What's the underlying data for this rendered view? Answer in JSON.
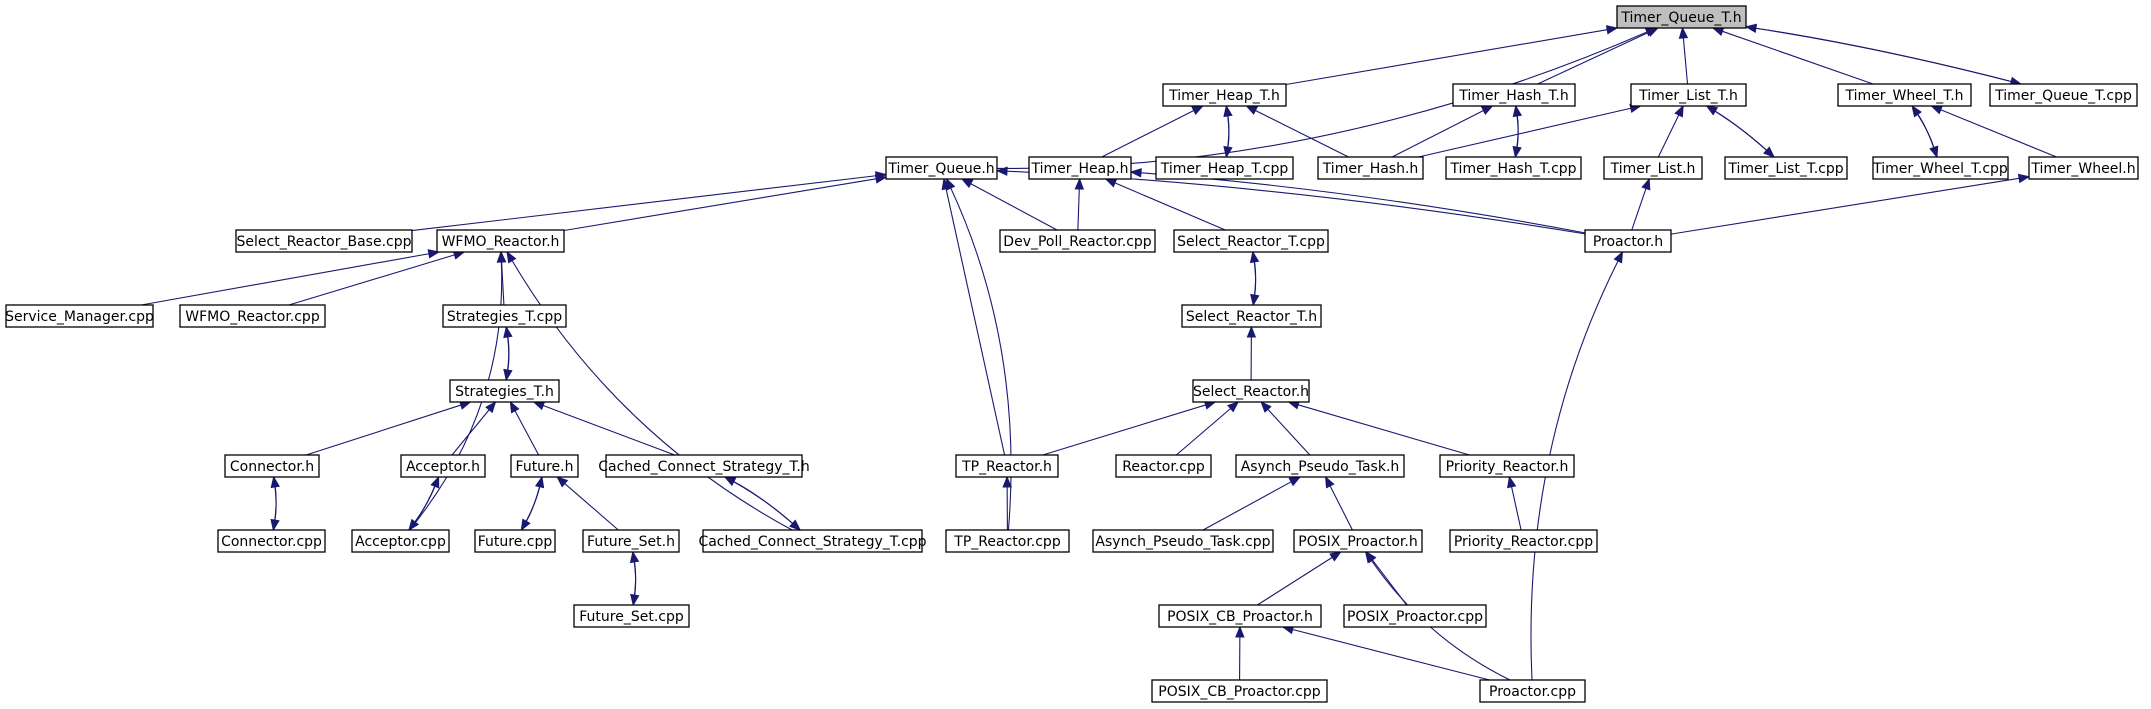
{
  "graph": {
    "root_id": "timer_queue_t_h",
    "colors": {
      "edge": "#191970",
      "node_border": "#000000",
      "root_fill": "#bfbfbf",
      "node_fill": "#ffffff"
    },
    "nodes": [
      {
        "id": "timer_queue_t_h",
        "label": "Timer_Queue_T.h"
      },
      {
        "id": "timer_queue_h",
        "label": "Timer_Queue.h"
      },
      {
        "id": "timer_heap_t_h",
        "label": "Timer_Heap_T.h"
      },
      {
        "id": "timer_hash_t_h",
        "label": "Timer_Hash_T.h"
      },
      {
        "id": "timer_list_t_h",
        "label": "Timer_List_T.h"
      },
      {
        "id": "timer_wheel_t_h",
        "label": "Timer_Wheel_T.h"
      },
      {
        "id": "timer_queue_t_cpp",
        "label": "Timer_Queue_T.cpp"
      },
      {
        "id": "timer_heap_h",
        "label": "Timer_Heap.h"
      },
      {
        "id": "timer_heap_t_cpp",
        "label": "Timer_Heap_T.cpp"
      },
      {
        "id": "timer_hash_h",
        "label": "Timer_Hash.h"
      },
      {
        "id": "timer_hash_t_cpp",
        "label": "Timer_Hash_T.cpp"
      },
      {
        "id": "timer_list_h",
        "label": "Timer_List.h"
      },
      {
        "id": "timer_list_t_cpp",
        "label": "Timer_List_T.cpp"
      },
      {
        "id": "timer_wheel_t_cpp",
        "label": "Timer_Wheel_T.cpp"
      },
      {
        "id": "timer_wheel_h",
        "label": "Timer_Wheel.h"
      },
      {
        "id": "select_reactor_base_cpp",
        "label": "Select_Reactor_Base.cpp"
      },
      {
        "id": "wfmo_reactor_h",
        "label": "WFMO_Reactor.h"
      },
      {
        "id": "dev_poll_reactor_cpp",
        "label": "Dev_Poll_Reactor.cpp"
      },
      {
        "id": "select_reactor_t_cpp",
        "label": "Select_Reactor_T.cpp"
      },
      {
        "id": "proactor_h",
        "label": "Proactor.h"
      },
      {
        "id": "service_manager_cpp",
        "label": "Service_Manager.cpp"
      },
      {
        "id": "wfmo_reactor_cpp",
        "label": "WFMO_Reactor.cpp"
      },
      {
        "id": "strategies_t_cpp",
        "label": "Strategies_T.cpp"
      },
      {
        "id": "select_reactor_t_h",
        "label": "Select_Reactor_T.h"
      },
      {
        "id": "strategies_t_h",
        "label": "Strategies_T.h"
      },
      {
        "id": "select_reactor_h",
        "label": "Select_Reactor.h"
      },
      {
        "id": "connector_h",
        "label": "Connector.h"
      },
      {
        "id": "acceptor_h",
        "label": "Acceptor.h"
      },
      {
        "id": "future_h",
        "label": "Future.h"
      },
      {
        "id": "cached_connect_strategy_t_h",
        "label": "Cached_Connect_Strategy_T.h"
      },
      {
        "id": "tp_reactor_h",
        "label": "TP_Reactor.h"
      },
      {
        "id": "reactor_cpp",
        "label": "Reactor.cpp"
      },
      {
        "id": "asynch_pseudo_task_h",
        "label": "Asynch_Pseudo_Task.h"
      },
      {
        "id": "priority_reactor_h",
        "label": "Priority_Reactor.h"
      },
      {
        "id": "connector_cpp",
        "label": "Connector.cpp"
      },
      {
        "id": "acceptor_cpp",
        "label": "Acceptor.cpp"
      },
      {
        "id": "future_cpp",
        "label": "Future.cpp"
      },
      {
        "id": "future_set_h",
        "label": "Future_Set.h"
      },
      {
        "id": "cached_connect_strategy_t_cpp",
        "label": "Cached_Connect_Strategy_T.cpp"
      },
      {
        "id": "tp_reactor_cpp",
        "label": "TP_Reactor.cpp"
      },
      {
        "id": "asynch_pseudo_task_cpp",
        "label": "Asynch_Pseudo_Task.cpp"
      },
      {
        "id": "posix_proactor_h",
        "label": "POSIX_Proactor.h"
      },
      {
        "id": "priority_reactor_cpp",
        "label": "Priority_Reactor.cpp"
      },
      {
        "id": "future_set_cpp",
        "label": "Future_Set.cpp"
      },
      {
        "id": "posix_cb_proactor_h",
        "label": "POSIX_CB_Proactor.h"
      },
      {
        "id": "posix_proactor_cpp",
        "label": "POSIX_Proactor.cpp"
      },
      {
        "id": "posix_cb_proactor_cpp",
        "label": "POSIX_CB_Proactor.cpp"
      },
      {
        "id": "proactor_cpp",
        "label": "Proactor.cpp"
      }
    ],
    "edges": [
      {
        "from": "timer_queue_h",
        "to": "timer_queue_t_h"
      },
      {
        "from": "timer_heap_t_h",
        "to": "timer_queue_t_h"
      },
      {
        "from": "timer_hash_t_h",
        "to": "timer_queue_t_h"
      },
      {
        "from": "timer_list_t_h",
        "to": "timer_queue_t_h"
      },
      {
        "from": "timer_wheel_t_h",
        "to": "timer_queue_t_h"
      },
      {
        "from": "timer_queue_t_cpp",
        "to": "timer_queue_t_h"
      },
      {
        "from": "timer_queue_t_h",
        "to": "timer_queue_t_cpp"
      },
      {
        "from": "timer_heap_h",
        "to": "timer_heap_t_h"
      },
      {
        "from": "timer_heap_t_cpp",
        "to": "timer_heap_t_h"
      },
      {
        "from": "timer_heap_t_h",
        "to": "timer_heap_t_cpp"
      },
      {
        "from": "timer_hash_h",
        "to": "timer_heap_t_h"
      },
      {
        "from": "timer_hash_h",
        "to": "timer_hash_t_h"
      },
      {
        "from": "timer_hash_t_cpp",
        "to": "timer_hash_t_h"
      },
      {
        "from": "timer_hash_t_h",
        "to": "timer_hash_t_cpp"
      },
      {
        "from": "timer_hash_h",
        "to": "timer_list_t_h"
      },
      {
        "from": "timer_list_h",
        "to": "timer_list_t_h"
      },
      {
        "from": "timer_list_t_cpp",
        "to": "timer_list_t_h"
      },
      {
        "from": "timer_list_t_h",
        "to": "timer_list_t_cpp"
      },
      {
        "from": "timer_wheel_t_cpp",
        "to": "timer_wheel_t_h"
      },
      {
        "from": "timer_wheel_t_h",
        "to": "timer_wheel_t_cpp"
      },
      {
        "from": "timer_wheel_h",
        "to": "timer_wheel_t_h"
      },
      {
        "from": "select_reactor_base_cpp",
        "to": "timer_queue_h"
      },
      {
        "from": "wfmo_reactor_h",
        "to": "timer_queue_h"
      },
      {
        "from": "dev_poll_reactor_cpp",
        "to": "timer_queue_h"
      },
      {
        "from": "proactor_h",
        "to": "timer_queue_h"
      },
      {
        "from": "tp_reactor_h",
        "to": "timer_queue_h"
      },
      {
        "from": "tp_reactor_cpp",
        "to": "timer_queue_h"
      },
      {
        "from": "dev_poll_reactor_cpp",
        "to": "timer_heap_h"
      },
      {
        "from": "select_reactor_t_cpp",
        "to": "timer_heap_h"
      },
      {
        "from": "proactor_h",
        "to": "timer_heap_h"
      },
      {
        "from": "proactor_h",
        "to": "timer_list_h"
      },
      {
        "from": "proactor_h",
        "to": "timer_wheel_h"
      },
      {
        "from": "service_manager_cpp",
        "to": "wfmo_reactor_h"
      },
      {
        "from": "wfmo_reactor_cpp",
        "to": "wfmo_reactor_h"
      },
      {
        "from": "strategies_t_cpp",
        "to": "wfmo_reactor_h"
      },
      {
        "from": "acceptor_cpp",
        "to": "wfmo_reactor_h"
      },
      {
        "from": "cached_connect_strategy_t_cpp",
        "to": "wfmo_reactor_h"
      },
      {
        "from": "strategies_t_h",
        "to": "strategies_t_cpp"
      },
      {
        "from": "strategies_t_cpp",
        "to": "strategies_t_h"
      },
      {
        "from": "connector_h",
        "to": "strategies_t_h"
      },
      {
        "from": "acceptor_h",
        "to": "strategies_t_h"
      },
      {
        "from": "future_h",
        "to": "strategies_t_h"
      },
      {
        "from": "cached_connect_strategy_t_h",
        "to": "strategies_t_h"
      },
      {
        "from": "connector_cpp",
        "to": "connector_h"
      },
      {
        "from": "connector_h",
        "to": "connector_cpp"
      },
      {
        "from": "acceptor_cpp",
        "to": "acceptor_h"
      },
      {
        "from": "acceptor_h",
        "to": "acceptor_cpp"
      },
      {
        "from": "future_cpp",
        "to": "future_h"
      },
      {
        "from": "future_h",
        "to": "future_cpp"
      },
      {
        "from": "future_set_h",
        "to": "future_h"
      },
      {
        "from": "future_set_cpp",
        "to": "future_set_h"
      },
      {
        "from": "future_set_h",
        "to": "future_set_cpp"
      },
      {
        "from": "cached_connect_strategy_t_cpp",
        "to": "cached_connect_strategy_t_h"
      },
      {
        "from": "cached_connect_strategy_t_h",
        "to": "cached_connect_strategy_t_cpp"
      },
      {
        "from": "select_reactor_t_h",
        "to": "select_reactor_t_cpp"
      },
      {
        "from": "select_reactor_t_cpp",
        "to": "select_reactor_t_h"
      },
      {
        "from": "select_reactor_h",
        "to": "select_reactor_t_h"
      },
      {
        "from": "tp_reactor_h",
        "to": "select_reactor_h"
      },
      {
        "from": "reactor_cpp",
        "to": "select_reactor_h"
      },
      {
        "from": "asynch_pseudo_task_h",
        "to": "select_reactor_h"
      },
      {
        "from": "priority_reactor_h",
        "to": "select_reactor_h"
      },
      {
        "from": "tp_reactor_cpp",
        "to": "tp_reactor_h"
      },
      {
        "from": "asynch_pseudo_task_cpp",
        "to": "asynch_pseudo_task_h"
      },
      {
        "from": "posix_proactor_h",
        "to": "asynch_pseudo_task_h"
      },
      {
        "from": "priority_reactor_cpp",
        "to": "priority_reactor_h"
      },
      {
        "from": "posix_cb_proactor_h",
        "to": "posix_proactor_h"
      },
      {
        "from": "posix_proactor_cpp",
        "to": "posix_proactor_h"
      },
      {
        "from": "proactor_cpp",
        "to": "posix_proactor_h"
      },
      {
        "from": "posix_cb_proactor_cpp",
        "to": "posix_cb_proactor_h"
      },
      {
        "from": "proactor_cpp",
        "to": "posix_cb_proactor_h"
      },
      {
        "from": "proactor_cpp",
        "to": "proactor_h"
      }
    ]
  }
}
